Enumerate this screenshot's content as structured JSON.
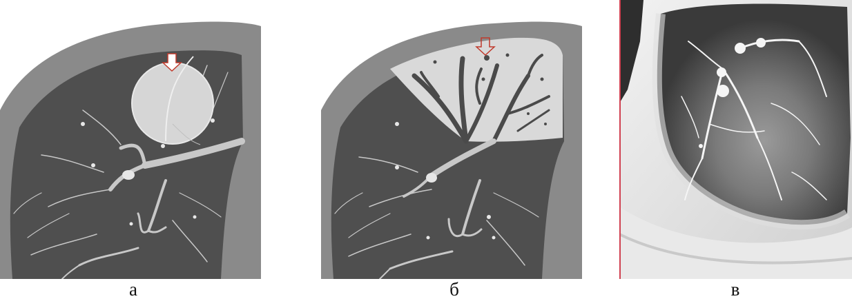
{
  "figure": {
    "panels": [
      {
        "label": "а",
        "kind": "schematic",
        "description_name": "schematic-lung-nodule"
      },
      {
        "label": "б",
        "kind": "schematic",
        "description_name": "schematic-lung-consolidation"
      },
      {
        "label": "в",
        "kind": "ct-photo",
        "description_name": "ct-lung-ground-glass"
      }
    ],
    "colors": {
      "background": "#ffffff",
      "chest_wall": "#8a8a8a",
      "lung": "#4f4f4f",
      "vessels": "#c8c8c8",
      "lesion": "#d6d6d6",
      "arrow_outline": "#c0392b",
      "ct_soft_tissue": "#d9d9d9",
      "ct_lung": "#3a3a3a"
    },
    "icons": [
      "down-arrow-marker",
      "down-arrow-marker-outline"
    ]
  }
}
